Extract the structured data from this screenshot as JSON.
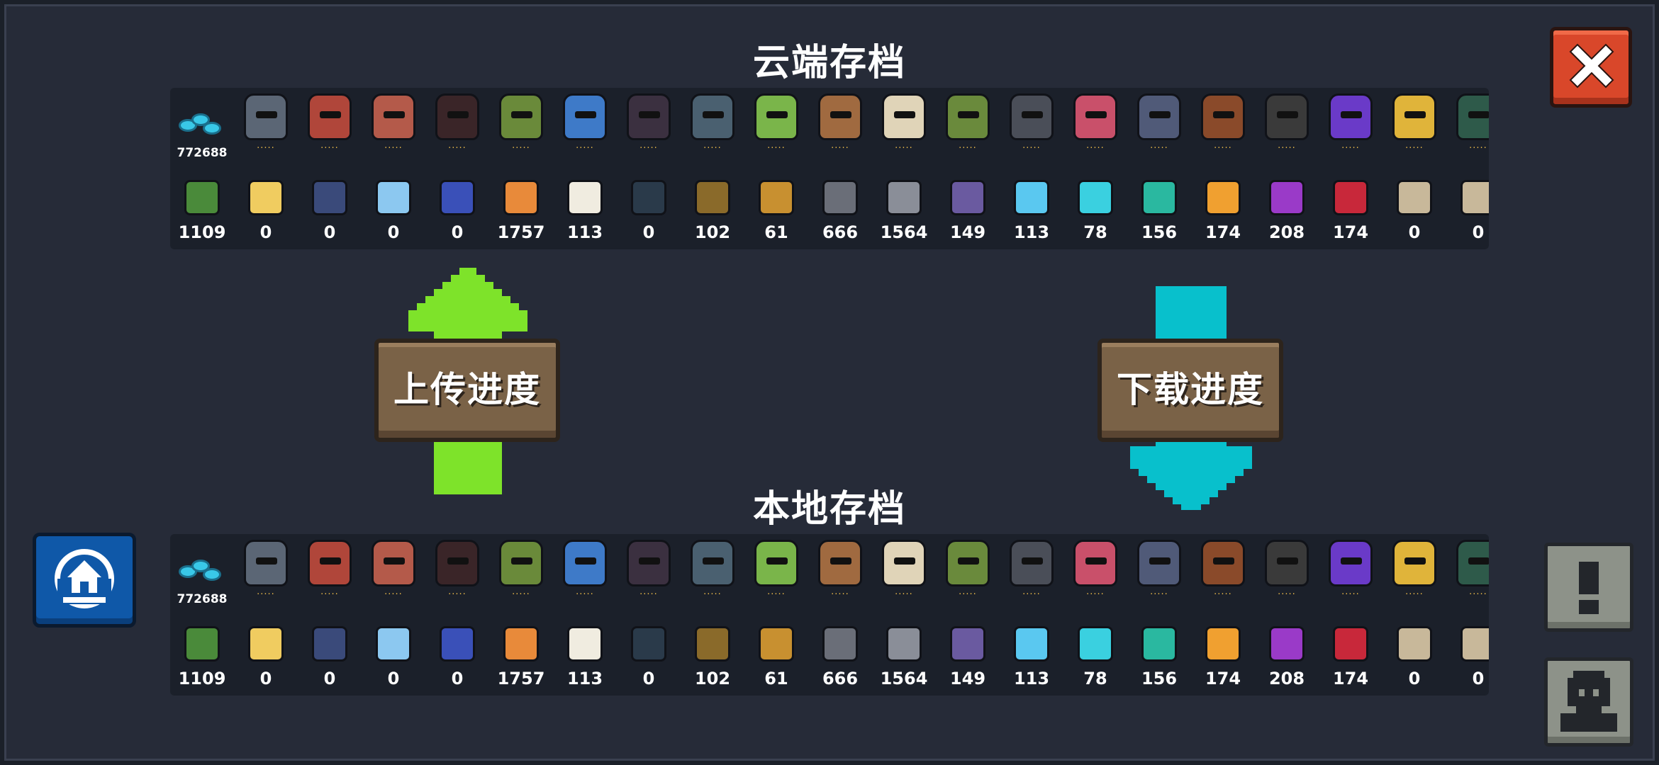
{
  "cloud_title": "云端存档",
  "local_title": "本地存档",
  "upload_label": "上传进度",
  "download_label": "下载进度",
  "colors": {
    "background": "#262b38",
    "panel": "#1b202a",
    "upload_arrow": "#7ee32a",
    "download_arrow": "#08c0cc",
    "close_button": "#d9472a",
    "wood_button": "#7a6247"
  },
  "cloud": {
    "gems": "772688",
    "characters": [
      {
        "name": "knight",
        "color": "#5b6675"
      },
      {
        "name": "rogue",
        "color": "#b0463a"
      },
      {
        "name": "witch",
        "color": "#b45a4a"
      },
      {
        "name": "assassin",
        "color": "#3a2528"
      },
      {
        "name": "engineer",
        "color": "#6a8a3a"
      },
      {
        "name": "robot",
        "color": "#3e7ac8"
      },
      {
        "name": "vampire",
        "color": "#3b3040"
      },
      {
        "name": "paladin",
        "color": "#4a6070"
      },
      {
        "name": "elf",
        "color": "#7ab54a"
      },
      {
        "name": "werewolf",
        "color": "#a06a40"
      },
      {
        "name": "priest",
        "color": "#e0d4b8"
      },
      {
        "name": "druid",
        "color": "#6a8a3c"
      },
      {
        "name": "necromancer",
        "color": "#4a4e58"
      },
      {
        "name": "berserker",
        "color": "#c9506a"
      },
      {
        "name": "demon",
        "color": "#505a78"
      },
      {
        "name": "officer",
        "color": "#8a4a2a"
      },
      {
        "name": "taoist",
        "color": "#3a3a3a"
      },
      {
        "name": "alchemist",
        "color": "#6a3ac8"
      },
      {
        "name": "golden-knight",
        "color": "#e0b43a"
      },
      {
        "name": "hidden",
        "color": "#2e5a4a"
      }
    ],
    "materials": [
      {
        "icon": "battery-icon",
        "color": "#4a8a3a",
        "count": "1109"
      },
      {
        "icon": "gold-book-icon",
        "color": "#f0cc60",
        "count": "0"
      },
      {
        "icon": "dark-book-icon",
        "color": "#3a4a7a",
        "count": "0"
      },
      {
        "icon": "crystal-icon",
        "color": "#8cc8f0",
        "count": "0"
      },
      {
        "icon": "potion-icon",
        "color": "#3a50b8",
        "count": "0"
      },
      {
        "icon": "ore-icon",
        "color": "#e88a3a",
        "count": "1757"
      },
      {
        "icon": "sack-icon",
        "color": "#f0ece0",
        "count": "113"
      },
      {
        "icon": "feather-icon",
        "color": "#2a3a4a",
        "count": "0"
      },
      {
        "icon": "bullet-icon",
        "color": "#8a6a2a",
        "count": "102"
      },
      {
        "icon": "shell-icon",
        "color": "#c89030",
        "count": "61"
      },
      {
        "icon": "gear-icon",
        "color": "#6a6e78",
        "count": "666"
      },
      {
        "icon": "iron-ore-icon",
        "color": "#8a8e98",
        "count": "1564"
      },
      {
        "icon": "purple-shard-icon",
        "color": "#6a5aa0",
        "count": "149"
      },
      {
        "icon": "blue-shard-icon",
        "color": "#5ac8f0",
        "count": "113"
      },
      {
        "icon": "cyan-shard-icon",
        "color": "#3ad0e0",
        "count": "78"
      },
      {
        "icon": "teal-shard-icon",
        "color": "#2ab8a0",
        "count": "156"
      },
      {
        "icon": "orange-shard-icon",
        "color": "#f0a030",
        "count": "174"
      },
      {
        "icon": "violet-shard-icon",
        "color": "#9a3ac8",
        "count": "208"
      },
      {
        "icon": "red-shard-icon",
        "color": "#c8283a",
        "count": "174"
      },
      {
        "icon": "scroll-icon",
        "color": "#c8b89a",
        "count": "0"
      },
      {
        "icon": "scroll-icon",
        "color": "#c8b89a",
        "count": "0"
      }
    ]
  },
  "local": {
    "gems": "772688",
    "characters": [
      {
        "name": "knight",
        "color": "#5b6675"
      },
      {
        "name": "rogue",
        "color": "#b0463a"
      },
      {
        "name": "witch",
        "color": "#b45a4a"
      },
      {
        "name": "assassin",
        "color": "#3a2528"
      },
      {
        "name": "engineer",
        "color": "#6a8a3a"
      },
      {
        "name": "robot",
        "color": "#3e7ac8"
      },
      {
        "name": "vampire",
        "color": "#3b3040"
      },
      {
        "name": "paladin",
        "color": "#4a6070"
      },
      {
        "name": "elf",
        "color": "#7ab54a"
      },
      {
        "name": "werewolf",
        "color": "#a06a40"
      },
      {
        "name": "priest",
        "color": "#e0d4b8"
      },
      {
        "name": "druid",
        "color": "#6a8a3c"
      },
      {
        "name": "necromancer",
        "color": "#4a4e58"
      },
      {
        "name": "berserker",
        "color": "#c9506a"
      },
      {
        "name": "demon",
        "color": "#505a78"
      },
      {
        "name": "officer",
        "color": "#8a4a2a"
      },
      {
        "name": "taoist",
        "color": "#3a3a3a"
      },
      {
        "name": "alchemist",
        "color": "#6a3ac8"
      },
      {
        "name": "golden-knight",
        "color": "#e0b43a"
      },
      {
        "name": "hidden",
        "color": "#2e5a4a"
      }
    ],
    "materials": [
      {
        "icon": "battery-icon",
        "color": "#4a8a3a",
        "count": "1109"
      },
      {
        "icon": "gold-book-icon",
        "color": "#f0cc60",
        "count": "0"
      },
      {
        "icon": "dark-book-icon",
        "color": "#3a4a7a",
        "count": "0"
      },
      {
        "icon": "crystal-icon",
        "color": "#8cc8f0",
        "count": "0"
      },
      {
        "icon": "potion-icon",
        "color": "#3a50b8",
        "count": "0"
      },
      {
        "icon": "ore-icon",
        "color": "#e88a3a",
        "count": "1757"
      },
      {
        "icon": "sack-icon",
        "color": "#f0ece0",
        "count": "113"
      },
      {
        "icon": "feather-icon",
        "color": "#2a3a4a",
        "count": "0"
      },
      {
        "icon": "bullet-icon",
        "color": "#8a6a2a",
        "count": "102"
      },
      {
        "icon": "shell-icon",
        "color": "#c89030",
        "count": "61"
      },
      {
        "icon": "gear-icon",
        "color": "#6a6e78",
        "count": "666"
      },
      {
        "icon": "iron-ore-icon",
        "color": "#8a8e98",
        "count": "1564"
      },
      {
        "icon": "purple-shard-icon",
        "color": "#6a5aa0",
        "count": "149"
      },
      {
        "icon": "blue-shard-icon",
        "color": "#5ac8f0",
        "count": "113"
      },
      {
        "icon": "cyan-shard-icon",
        "color": "#3ad0e0",
        "count": "78"
      },
      {
        "icon": "teal-shard-icon",
        "color": "#2ab8a0",
        "count": "156"
      },
      {
        "icon": "orange-shard-icon",
        "color": "#f0a030",
        "count": "174"
      },
      {
        "icon": "violet-shard-icon",
        "color": "#9a3ac8",
        "count": "208"
      },
      {
        "icon": "red-shard-icon",
        "color": "#c8283a",
        "count": "174"
      },
      {
        "icon": "scroll-icon",
        "color": "#c8b89a",
        "count": "0"
      },
      {
        "icon": "scroll-icon",
        "color": "#c8b89a",
        "count": "0"
      }
    ]
  }
}
